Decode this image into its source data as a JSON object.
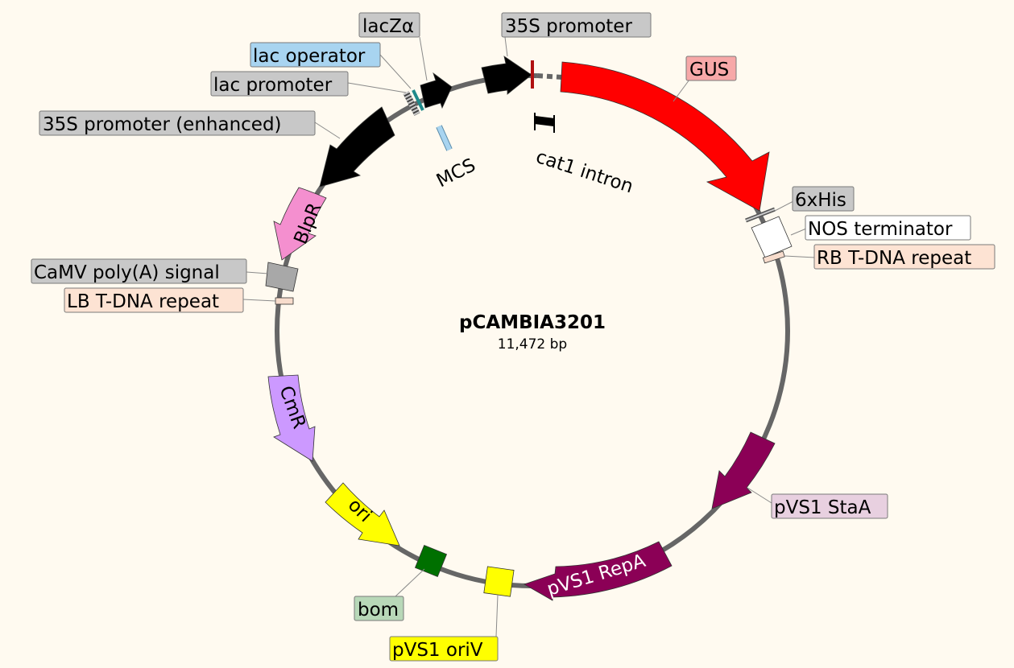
{
  "plasmid": {
    "name": "pCAMBIA3201",
    "size_label": "11,472 bp"
  },
  "features": {
    "lacZa": {
      "label": "lacZα",
      "color": "#000000",
      "box_color": "#c8c8c8"
    },
    "lac_operator": {
      "label": "lac operator",
      "color": "#1f8a8a",
      "box_color": "#a8d4f0"
    },
    "lac_promoter": {
      "label": "lac promoter",
      "color": "#555555",
      "box_color": "#c8c8c8"
    },
    "p35s_enhanced": {
      "label": "35S promoter (enhanced)",
      "color": "#000000",
      "box_color": "#c8c8c8"
    },
    "p35s": {
      "label": "35S promoter",
      "color": "#000000",
      "box_color": "#c8c8c8"
    },
    "gus": {
      "label": "GUS",
      "color": "#ff0000",
      "box_color": "#f7a8a8"
    },
    "cat1_intron": {
      "label": "cat1 intron",
      "color": "#000000"
    },
    "mcs": {
      "label": "MCS",
      "color": "#a8d4f0"
    },
    "his6": {
      "label": "6xHis",
      "color": "#555555",
      "box_color": "#c8c8c8"
    },
    "nos_terminator": {
      "label": "NOS terminator",
      "color": "#ffffff",
      "box_color": "#ffffff"
    },
    "rb_tdna": {
      "label": "RB T-DNA repeat",
      "color": "#f7dccc",
      "box_color": "#fde3d3"
    },
    "blpr": {
      "label": "BlpR",
      "color": "#f48fcf"
    },
    "camv_polya": {
      "label": "CaMV poly(A) signal",
      "color": "#a8a8a8",
      "box_color": "#c8c8c8"
    },
    "lb_tdna": {
      "label": "LB T-DNA repeat",
      "color": "#f7dccc",
      "box_color": "#fde3d3"
    },
    "cmr": {
      "label": "CmR",
      "color": "#cc99ff"
    },
    "ori": {
      "label": "ori",
      "color": "#ffff00"
    },
    "bom": {
      "label": "bom",
      "color": "#007000",
      "box_color": "#b8d8b8"
    },
    "pvs1_oriv": {
      "label": "pVS1 oriV",
      "color": "#ffff00",
      "box_color": "#ffff00"
    },
    "pvs1_repa": {
      "label": "pVS1 RepA",
      "color": "#8b0056"
    },
    "pvs1_staa": {
      "label": "pVS1 StaA",
      "color": "#8b0056",
      "box_color": "#e8d0e0"
    }
  }
}
